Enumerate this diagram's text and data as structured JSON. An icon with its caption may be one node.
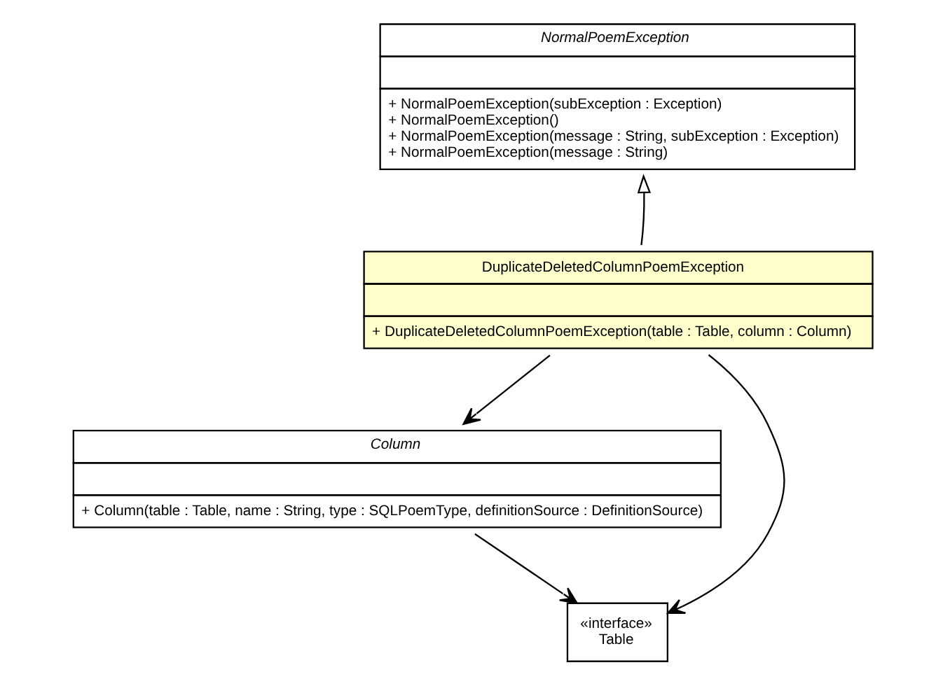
{
  "diagram": {
    "nodes": [
      {
        "text": [
          "NormalPoemException",
          "+ NormalPoemException(subException : Exception)",
          "+ NormalPoemException()",
          "+ NormalPoemException(message : String, subException : Exception)",
          "+ NormalPoemException(message : String)"
        ]
      },
      {
        "text": [
          "DuplicateDeletedColumnPoemException",
          "+ DuplicateDeletedColumnPoemException(table : Table, column : Column)"
        ]
      },
      {
        "text": [
          "Column",
          "+ Column(table : Table, name : String, type : SQLPoemType, definitionSource : DefinitionSource)"
        ]
      },
      {
        "text": [
          "«interface»",
          "Table"
        ]
      }
    ],
    "edges": [
      {
        "from": 1,
        "to": 0,
        "arrow": "to"
      },
      {
        "from": 1,
        "to": 2,
        "arrow": "to"
      },
      {
        "from": 1,
        "to": 3,
        "arrow": "to"
      },
      {
        "from": 2,
        "to": 3,
        "arrow": "to"
      }
    ]
  }
}
